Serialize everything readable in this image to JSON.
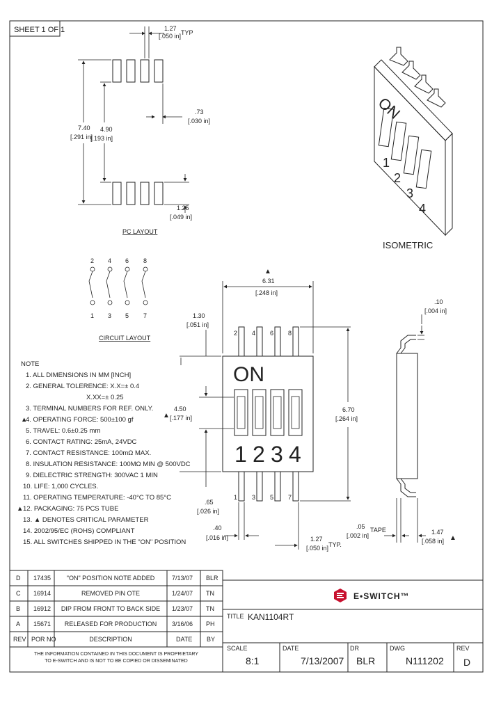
{
  "sheet": "SHEET 1 OF 1",
  "pc_layout": {
    "title": "PC LAYOUT",
    "pitch": "1.27",
    "pitch_in": "[.050 in]",
    "pitch_suffix": "TYP",
    "pad_w": ".73",
    "pad_w_in": "[.030 in]",
    "height_total": "7.40",
    "height_total_in": "[.291 in]",
    "row_gap": "4.90",
    "row_gap_in": "[.193 in]",
    "pad_h": "1.25",
    "pad_h_in": "[.049 in]"
  },
  "isometric": {
    "title": "ISOMETRIC",
    "on_label": "ON",
    "numbers": [
      "1",
      "2",
      "3",
      "4"
    ]
  },
  "circuit": {
    "title": "CIRCUIT LAYOUT",
    "top_labels": [
      "2",
      "4",
      "6",
      "8"
    ],
    "bottom_labels": [
      "1",
      "3",
      "5",
      "7"
    ]
  },
  "notes": {
    "heading": "NOTE",
    "items": [
      "1. ALL DIMENSIONS IN MM [INCH]",
      "2. GENERAL TOLERENCE: X.X=± 0.4",
      "X.XX=± 0.25",
      "3. TERMINAL NUMBERS FOR REF. ONLY.",
      "4. OPERATING FORCE: 500±100 gf",
      "5. TRAVEL: 0.6±0.25 mm",
      "6. CONTACT RATING: 25mA, 24VDC",
      "7. CONTACT RESISTANCE: 100mΩ MAX.",
      "8. INSULATION RESISTANCE: 100MΩ MIN @ 500VDC",
      "9. DIELECTRIC STRENGTH: 300VAC 1 MIN",
      "10. LIFE: 1,000 CYCLES.",
      "11. OPERATING TEMPERATURE: -40°C TO 85°C",
      "12. PACKAGING: 75 PCS TUBE",
      "13. ▲ DENOTES CRITICAL PARAMETER",
      "14. 2002/95/EC (ROHS) COMPLIANT",
      "15. ALL SWITCHES SHIPPED IN THE \"ON\" POSITION"
    ]
  },
  "front_view": {
    "on_label": "ON",
    "numbers": [
      "1",
      "2",
      "3",
      "4"
    ],
    "top_pins": [
      "2",
      "4",
      "6",
      "8"
    ],
    "bottom_pins": [
      "1",
      "3",
      "5",
      "7"
    ],
    "width": "6.31",
    "width_in": "[.248 in]",
    "pin_w": "1.30",
    "pin_w_in": "[.051 in]",
    "body_h": "4.50",
    "body_h_in": "[.177 in]",
    "total_h": "6.70",
    "total_h_in": "[.264 in]",
    "lead": ".65",
    "lead_in": "[.026 in]",
    "pin": ".40",
    "pin_in": "[.016 in]",
    "pitch": "1.27",
    "pitch_in": "[.050 in]",
    "pitch_suffix": "TYP.",
    "crit_mark": "▲"
  },
  "side_view": {
    "top": ".10",
    "top_in": "[.004 in]",
    "tape_label": "TAPE",
    "tape": ".05",
    "tape_in": "[.002 in]",
    "height": "1.47",
    "height_in": "[.058 in]",
    "crit_mark": "▲"
  },
  "revisions": {
    "header": {
      "rev": "REV",
      "por": "POR NO",
      "desc": "DESCRIPTION",
      "date": "DATE",
      "by": "BY"
    },
    "rows": [
      {
        "rev": "D",
        "por": "17435",
        "desc": "\"ON\" POSITION NOTE ADDED",
        "date": "7/13/07",
        "by": "BLR"
      },
      {
        "rev": "C",
        "por": "16914",
        "desc": "REMOVED PIN OTE",
        "date": "1/24/07",
        "by": "TN"
      },
      {
        "rev": "B",
        "por": "16912",
        "desc": "DIP FROM FRONT TO BACK SIDE",
        "date": "1/23/07",
        "by": "TN"
      },
      {
        "rev": "A",
        "por": "15671",
        "desc": "RELEASED FOR PRODUCTION",
        "date": "3/16/06",
        "by": "PH"
      }
    ],
    "disclaimer_1": "THE INFORMATION CONTAINED IN THIS DOCUMENT IS PROPRIETARY",
    "disclaimer_2": "TO E-SWITCH AND IS NOT TO BE COPIED OR DISSEMINATED"
  },
  "title_block": {
    "brand": "E•SWITCH™",
    "title_label": "TITLE",
    "title": "KAN1104RT",
    "scale_label": "SCALE",
    "scale": "8:1",
    "date_label": "DATE",
    "date": "7/13/2007",
    "dr_label": "DR",
    "dr": "BLR",
    "dwg_label": "DWG",
    "dwg": "N111202",
    "rev_label": "REV",
    "rev": "D"
  },
  "colors": {
    "line": "#222222",
    "brand": "#c8102e",
    "paper": "#ffffff"
  }
}
